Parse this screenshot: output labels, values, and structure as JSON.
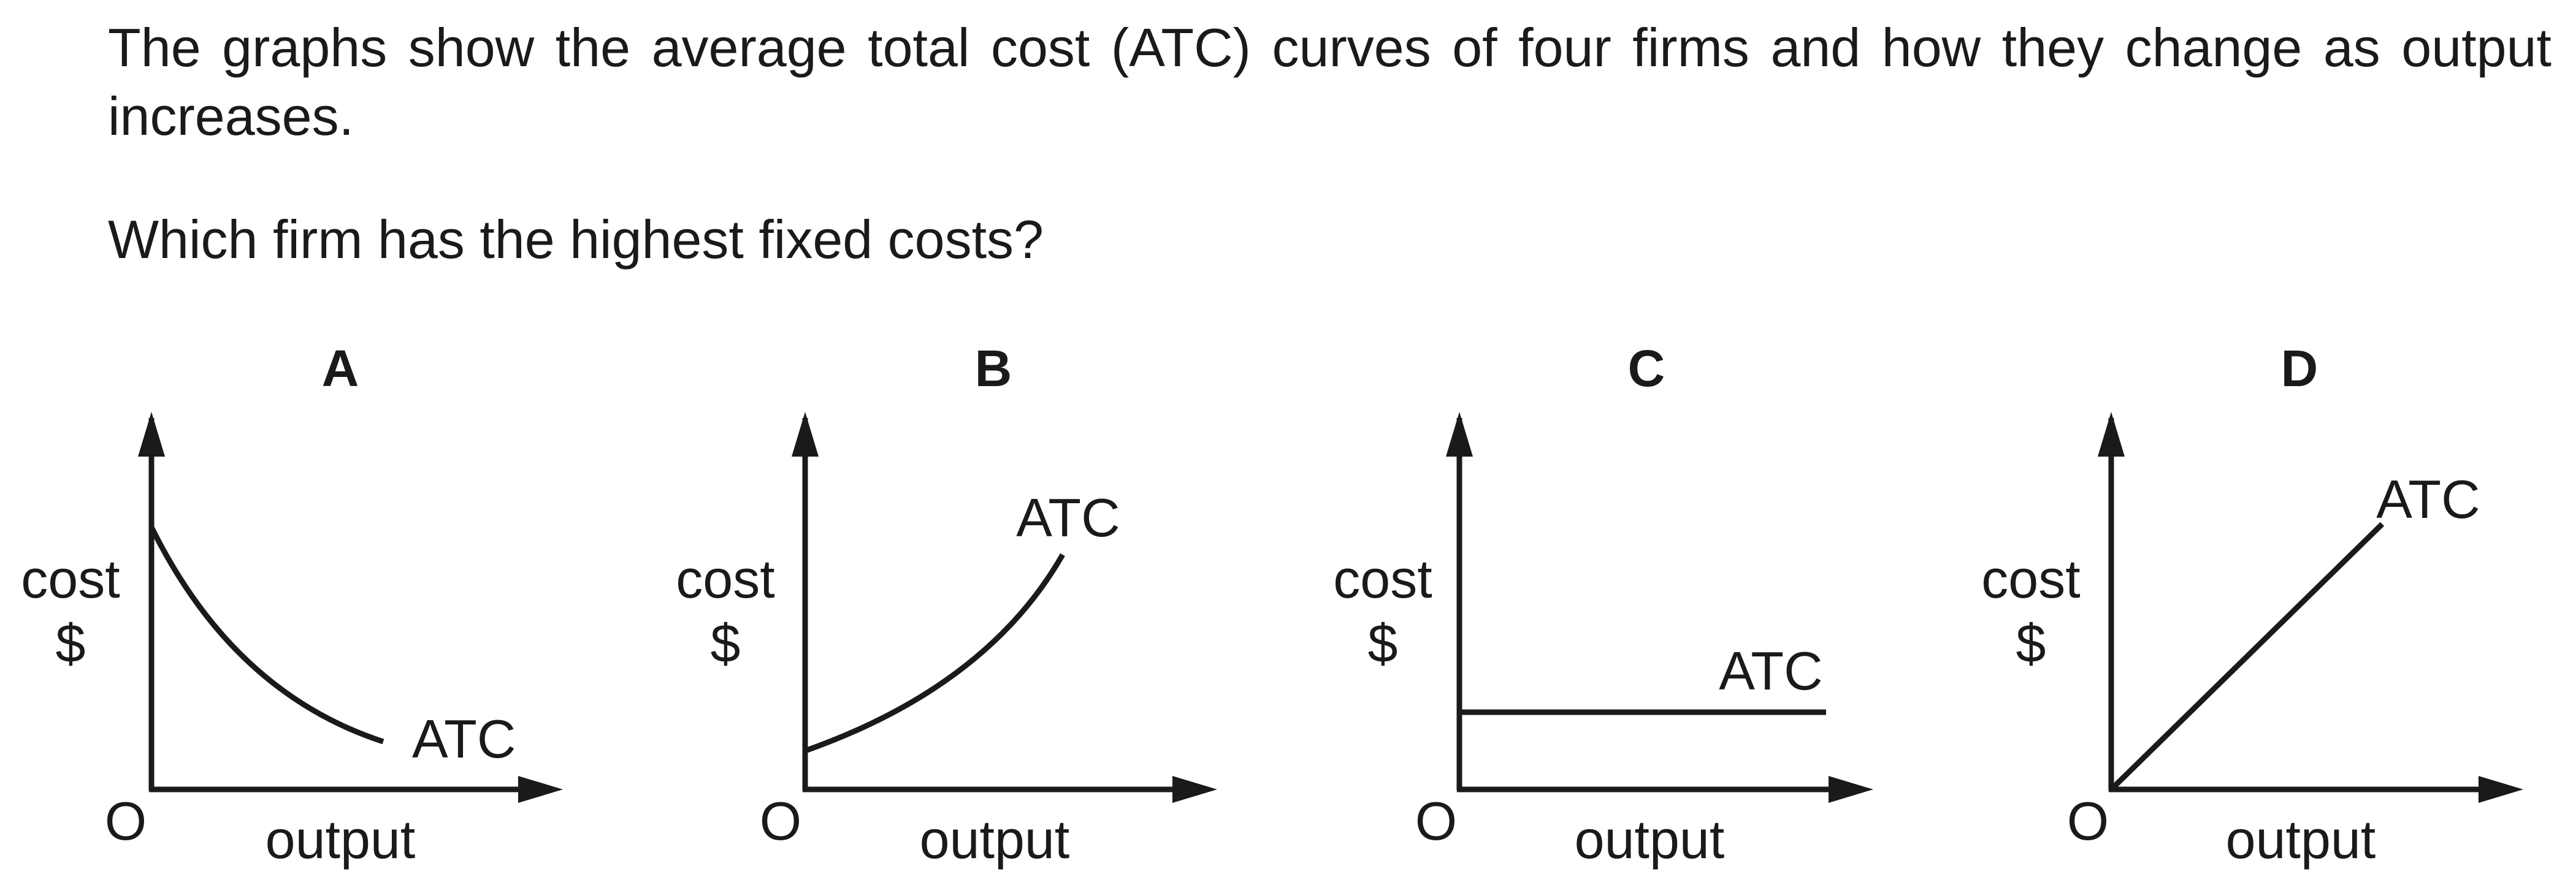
{
  "question": {
    "intro": "The graphs show the average total cost (ATC) curves of four firms and how they change as output increases.",
    "prompt": "Which firm has the highest fixed costs?"
  },
  "graphs": [
    {
      "label": "A",
      "y_axis_line1": "cost",
      "y_axis_line2": "$",
      "x_axis": "output",
      "origin": "O",
      "curve_label": "ATC",
      "curve_shape": "decreasing-convex"
    },
    {
      "label": "B",
      "y_axis_line1": "cost",
      "y_axis_line2": "$",
      "x_axis": "output",
      "origin": "O",
      "curve_label": "ATC",
      "curve_shape": "increasing-convex"
    },
    {
      "label": "C",
      "y_axis_line1": "cost",
      "y_axis_line2": "$",
      "x_axis": "output",
      "origin": "O",
      "curve_label": "ATC",
      "curve_shape": "horizontal"
    },
    {
      "label": "D",
      "y_axis_line1": "cost",
      "y_axis_line2": "$",
      "x_axis": "output",
      "origin": "O",
      "curve_label": "ATC",
      "curve_shape": "linear-from-origin"
    }
  ]
}
